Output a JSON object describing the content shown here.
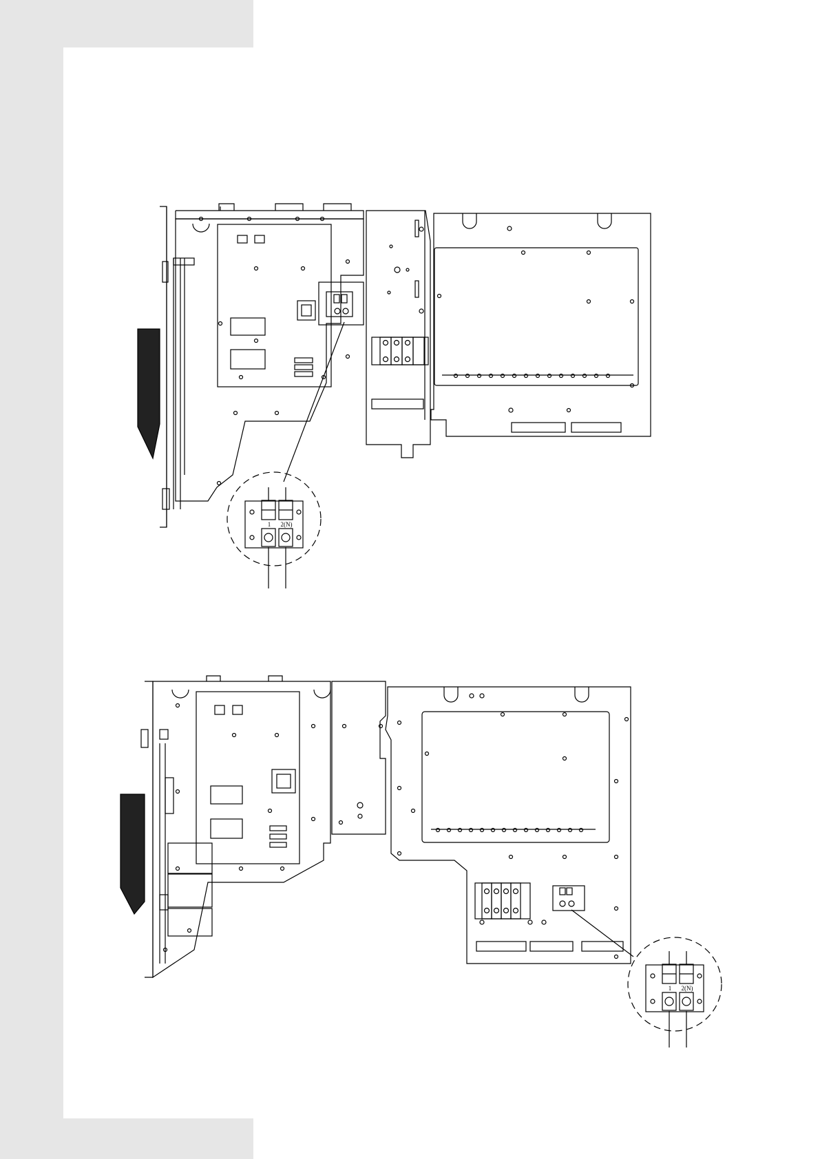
{
  "page": {
    "background": "#ffffff",
    "margin_color": "#e6e6e6"
  },
  "diagram_top": {
    "detail_labels": {
      "terminal_1": "1",
      "terminal_2": "2(N)"
    }
  },
  "diagram_bottom": {
    "detail_labels": {
      "terminal_1": "1",
      "terminal_2": "2(N)"
    }
  }
}
